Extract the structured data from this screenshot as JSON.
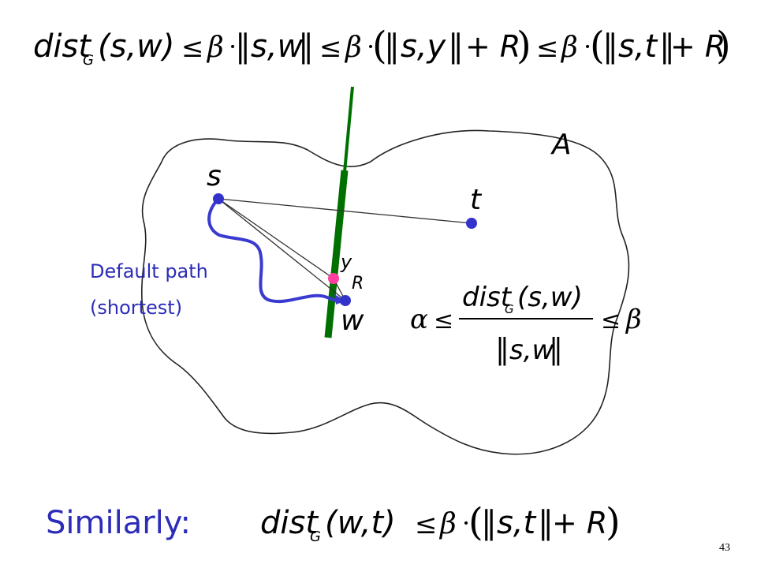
{
  "formula_top": {
    "dist": "dist",
    "sub_g": "G",
    "args_sw": "(s,w)",
    "leq": "≤",
    "beta": "β",
    "cdot": "·",
    "norm_open": "‖",
    "sw": "s,w",
    "sy": "s,y",
    "st": "s,t",
    "plus_r": "+ R",
    "lparen": "(",
    "rparen": ")"
  },
  "labels": {
    "region": "A",
    "s": "s",
    "t": "t",
    "y": "y",
    "r": "R",
    "w": "w",
    "default_path_line1": "Default path",
    "default_path_line2": "(shortest)"
  },
  "formula_ratio": {
    "alpha": "α",
    "leq": "≤",
    "numerator_dist": "dist",
    "numerator_sub": "G",
    "numerator_args": "(s,w)",
    "denominator": "s,w",
    "beta": "β"
  },
  "bottom": {
    "similarly": "Similarly:",
    "dist": "dist",
    "sub_g": "G",
    "args_wt": "(w,t)",
    "leq": "≤",
    "beta": "β",
    "cdot": "·",
    "st": "s,t",
    "plus_r": "+ R"
  },
  "page_number": "43",
  "colors": {
    "green_line": "#007000",
    "node_blue": "#3333cc",
    "node_pink": "#ff3fa0",
    "path_blue": "#3a3ad0",
    "label_blue": "#2c2cb8"
  }
}
